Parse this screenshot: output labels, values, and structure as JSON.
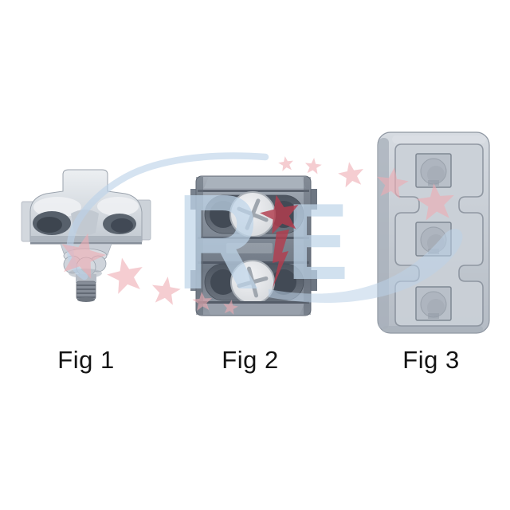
{
  "page": {
    "background_color": "#ffffff",
    "description": "catalog figure of three parallel-groove clamp product photos with watermark"
  },
  "figures": [
    {
      "label": "Fig 1"
    },
    {
      "label": "Fig 2"
    },
    {
      "label": "Fig 3"
    }
  ],
  "watermark": {
    "letter_r": "R",
    "letter_e": "E",
    "colors": {
      "swoosh": "#bcd2e8",
      "letters": "#c0d6ea",
      "pink_star": "#efacb3",
      "red_star": "#b23d4e"
    }
  },
  "photo_colors": {
    "fig1_body": "#d8dde3",
    "fig2_body": "#808995",
    "fig2_screw": "#e9ebed",
    "fig3_body": "#c6ccd4",
    "caption_text": "#141414"
  }
}
